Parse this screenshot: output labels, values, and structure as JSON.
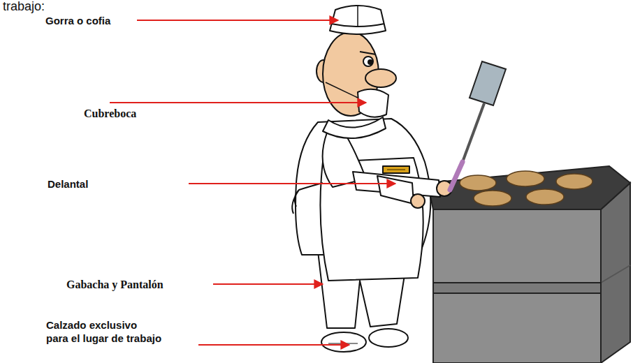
{
  "diagram": {
    "labels": [
      "trabajo:",
      "Gorra o cofia",
      "Cubreboca",
      "Delantal",
      "Gabacha y Pantalón",
      "Calzado exclusivo para el lugar de trabajo"
    ]
  }
}
